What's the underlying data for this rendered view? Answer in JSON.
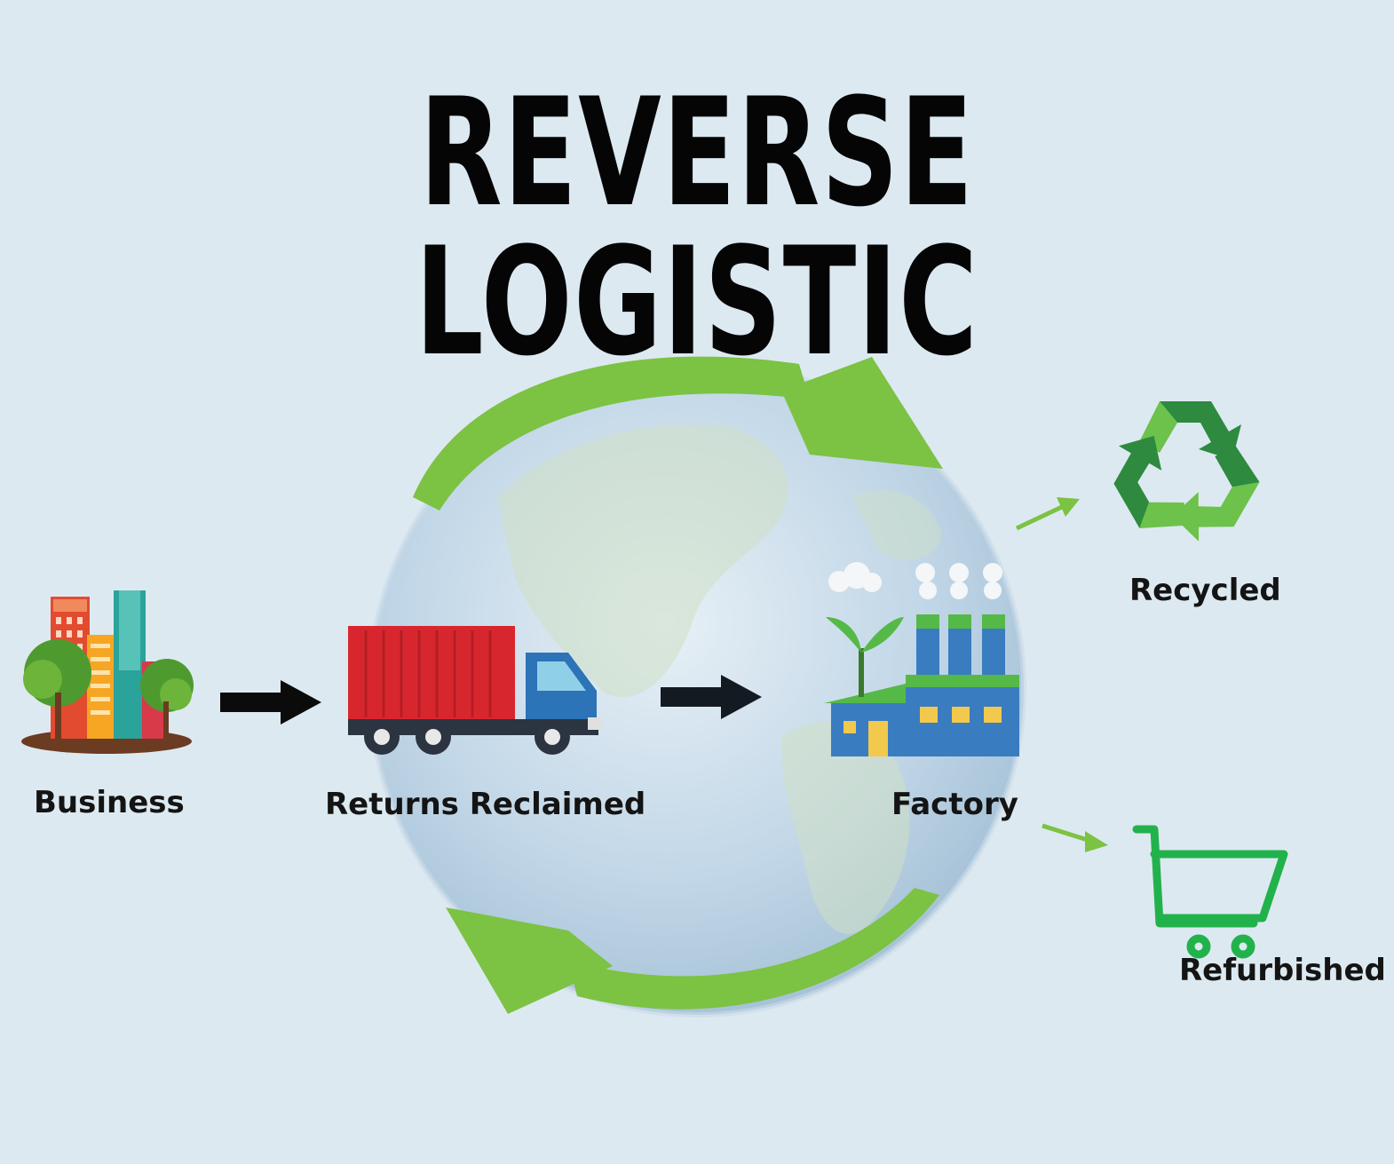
{
  "title": "REVERSE LOGISTIC",
  "nodes": {
    "business": "Business",
    "returns": "Returns Reclaimed",
    "factory": "Factory",
    "recycled": "Recycled",
    "refurbished": "Refurbished"
  },
  "colors": {
    "background": "#dde9f1",
    "cycle_arrow": "#7cc243",
    "flow_arrow": "#0b0b0b",
    "branch_arrow": "#7cc243",
    "truck_container": "#d8262f",
    "truck_cab": "#2c73b8",
    "factory_body": "#3a7cc0",
    "factory_roof": "#55b947",
    "recycle_dark": "#2d8a3e",
    "recycle_light": "#6cc24a",
    "cart": "#22b24c"
  },
  "icons": [
    "city-buildings-icon",
    "delivery-truck-icon",
    "globe-icon",
    "factory-icon",
    "recycle-icon",
    "shopping-cart-icon"
  ]
}
